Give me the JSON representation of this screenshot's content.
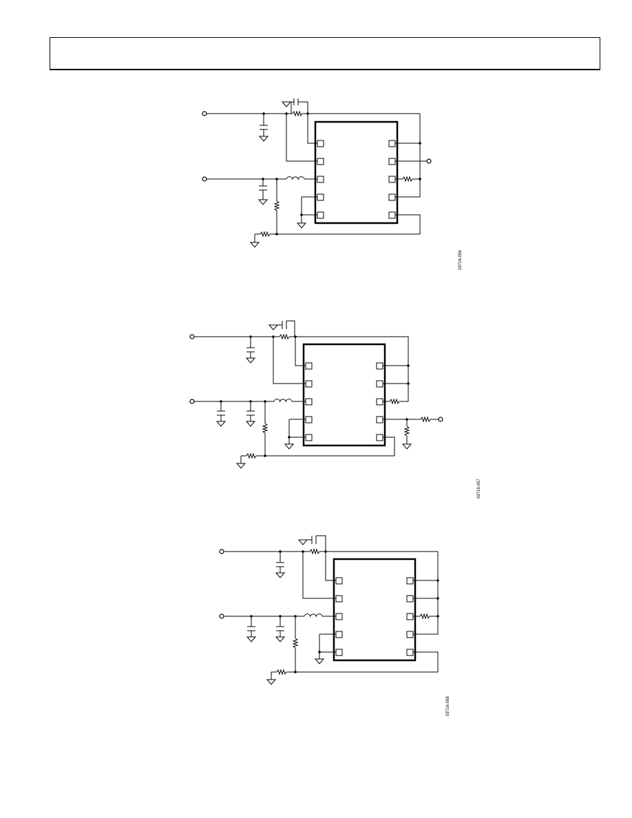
{
  "header": {
    "title": ""
  },
  "figures": [
    {
      "id": "figure-1",
      "figure_number": "09716-056"
    },
    {
      "id": "figure-2",
      "figure_number": "09716-057"
    },
    {
      "id": "figure-3",
      "figure_number": "09716-058"
    }
  ],
  "colors": {
    "line": "#000000",
    "background": "#ffffff"
  },
  "icons": [
    "ground-icon",
    "resistor-icon",
    "capacitor-icon",
    "inductor-icon",
    "terminal-icon"
  ]
}
